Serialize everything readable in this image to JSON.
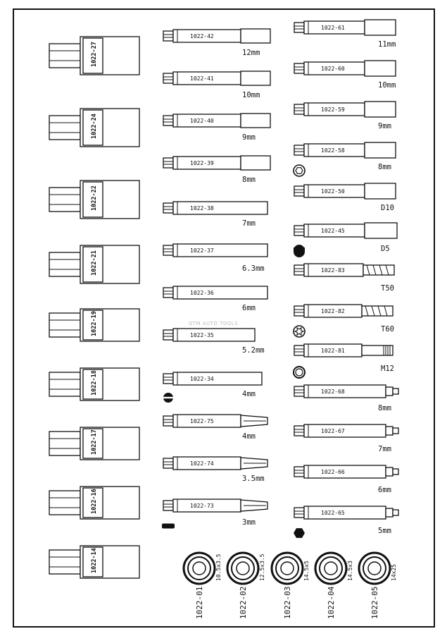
{
  "watermark": "GTM AUTO TOOLS",
  "sockets": [
    {
      "code": "1022-27"
    },
    {
      "code": "1022-24"
    },
    {
      "code": "1022-22"
    },
    {
      "code": "1022-21"
    },
    {
      "code": "1022-19"
    },
    {
      "code": "1022-18"
    },
    {
      "code": "1022-17"
    },
    {
      "code": "1022-16"
    },
    {
      "code": "1022-14"
    }
  ],
  "bits_middle": [
    {
      "code": "1022-42",
      "size": "12mm",
      "tip": "hex"
    },
    {
      "code": "1022-41",
      "size": "10mm",
      "tip": "hex"
    },
    {
      "code": "1022-40",
      "size": "9mm",
      "tip": "hex"
    },
    {
      "code": "1022-39",
      "size": "8mm",
      "tip": "hex"
    },
    {
      "code": "1022-38",
      "size": "7mm",
      "tip": "hex"
    },
    {
      "code": "1022-37",
      "size": "6.3mm",
      "tip": "hex"
    },
    {
      "code": "1022-36",
      "size": "6mm",
      "tip": "hex"
    },
    {
      "code": "1022-35",
      "size": "5.2mm",
      "tip": "hex"
    },
    {
      "code": "1022-34",
      "size": "4mm",
      "tip": "hex",
      "symbol": "slotted-circle-icon"
    },
    {
      "code": "1022-75",
      "size": "4mm",
      "tip": "flat"
    },
    {
      "code": "1022-74",
      "size": "3.5mm",
      "tip": "flat"
    },
    {
      "code": "1022-73",
      "size": "3mm",
      "tip": "flat",
      "symbol": "flat-bar-icon"
    }
  ],
  "bits_right": [
    {
      "code": "1022-61",
      "size": "11mm",
      "tip": "hex"
    },
    {
      "code": "1022-60",
      "size": "10mm",
      "tip": "hex"
    },
    {
      "code": "1022-59",
      "size": "9mm",
      "tip": "hex"
    },
    {
      "code": "1022-58",
      "size": "8mm",
      "tip": "hex",
      "symbol": "hex-outline-icon"
    },
    {
      "code": "1022-50",
      "size": "D10",
      "tip": "hex"
    },
    {
      "code": "1022-45",
      "size": "D5",
      "tip": "hex",
      "symbol": "d-shape-icon"
    },
    {
      "code": "1022-83",
      "size": "T50",
      "tip": "torx"
    },
    {
      "code": "1022-82",
      "size": "T60",
      "tip": "torx",
      "symbol": "torx-star-icon"
    },
    {
      "code": "1022-81",
      "size": "M12",
      "tip": "spline",
      "symbol": "spline-ring-icon"
    },
    {
      "code": "1022-68",
      "size": "8mm",
      "tip": "stepped"
    },
    {
      "code": "1022-67",
      "size": "7mm",
      "tip": "stepped"
    },
    {
      "code": "1022-66",
      "size": "6mm",
      "tip": "stepped"
    },
    {
      "code": "1022-65",
      "size": "5mm",
      "tip": "stepped",
      "symbol": "hex-solid-icon"
    }
  ],
  "adapters": [
    {
      "code": "1022-01",
      "size": "10.5x3.5"
    },
    {
      "code": "1022-02",
      "size": "12.5x3.5"
    },
    {
      "code": "1022-03",
      "size": "14.5x5"
    },
    {
      "code": "1022-04",
      "size": "14.5x3"
    },
    {
      "code": "1022-05",
      "size": "14x25"
    }
  ]
}
